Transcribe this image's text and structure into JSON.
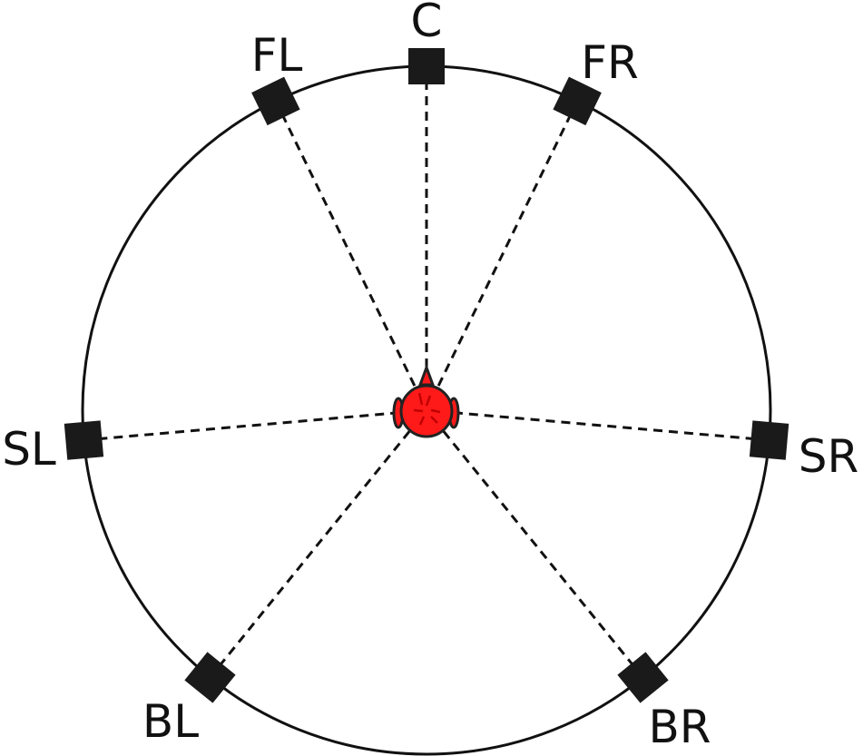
{
  "title": "7.1 surround speaker layout",
  "listener_color": "#ff1a1a",
  "speaker_color": "#1a1a1a",
  "speakers": [
    {
      "id": "C",
      "label": "C",
      "angle_deg": 0
    },
    {
      "id": "FL",
      "label": "FL",
      "angle_deg": -26
    },
    {
      "id": "FR",
      "label": "FR",
      "angle_deg": 26
    },
    {
      "id": "SL",
      "label": "SL",
      "angle_deg": -95
    },
    {
      "id": "SR",
      "label": "SR",
      "angle_deg": 95
    },
    {
      "id": "BL",
      "label": "BL",
      "angle_deg": -141
    },
    {
      "id": "BR",
      "label": "BR",
      "angle_deg": 141
    }
  ]
}
